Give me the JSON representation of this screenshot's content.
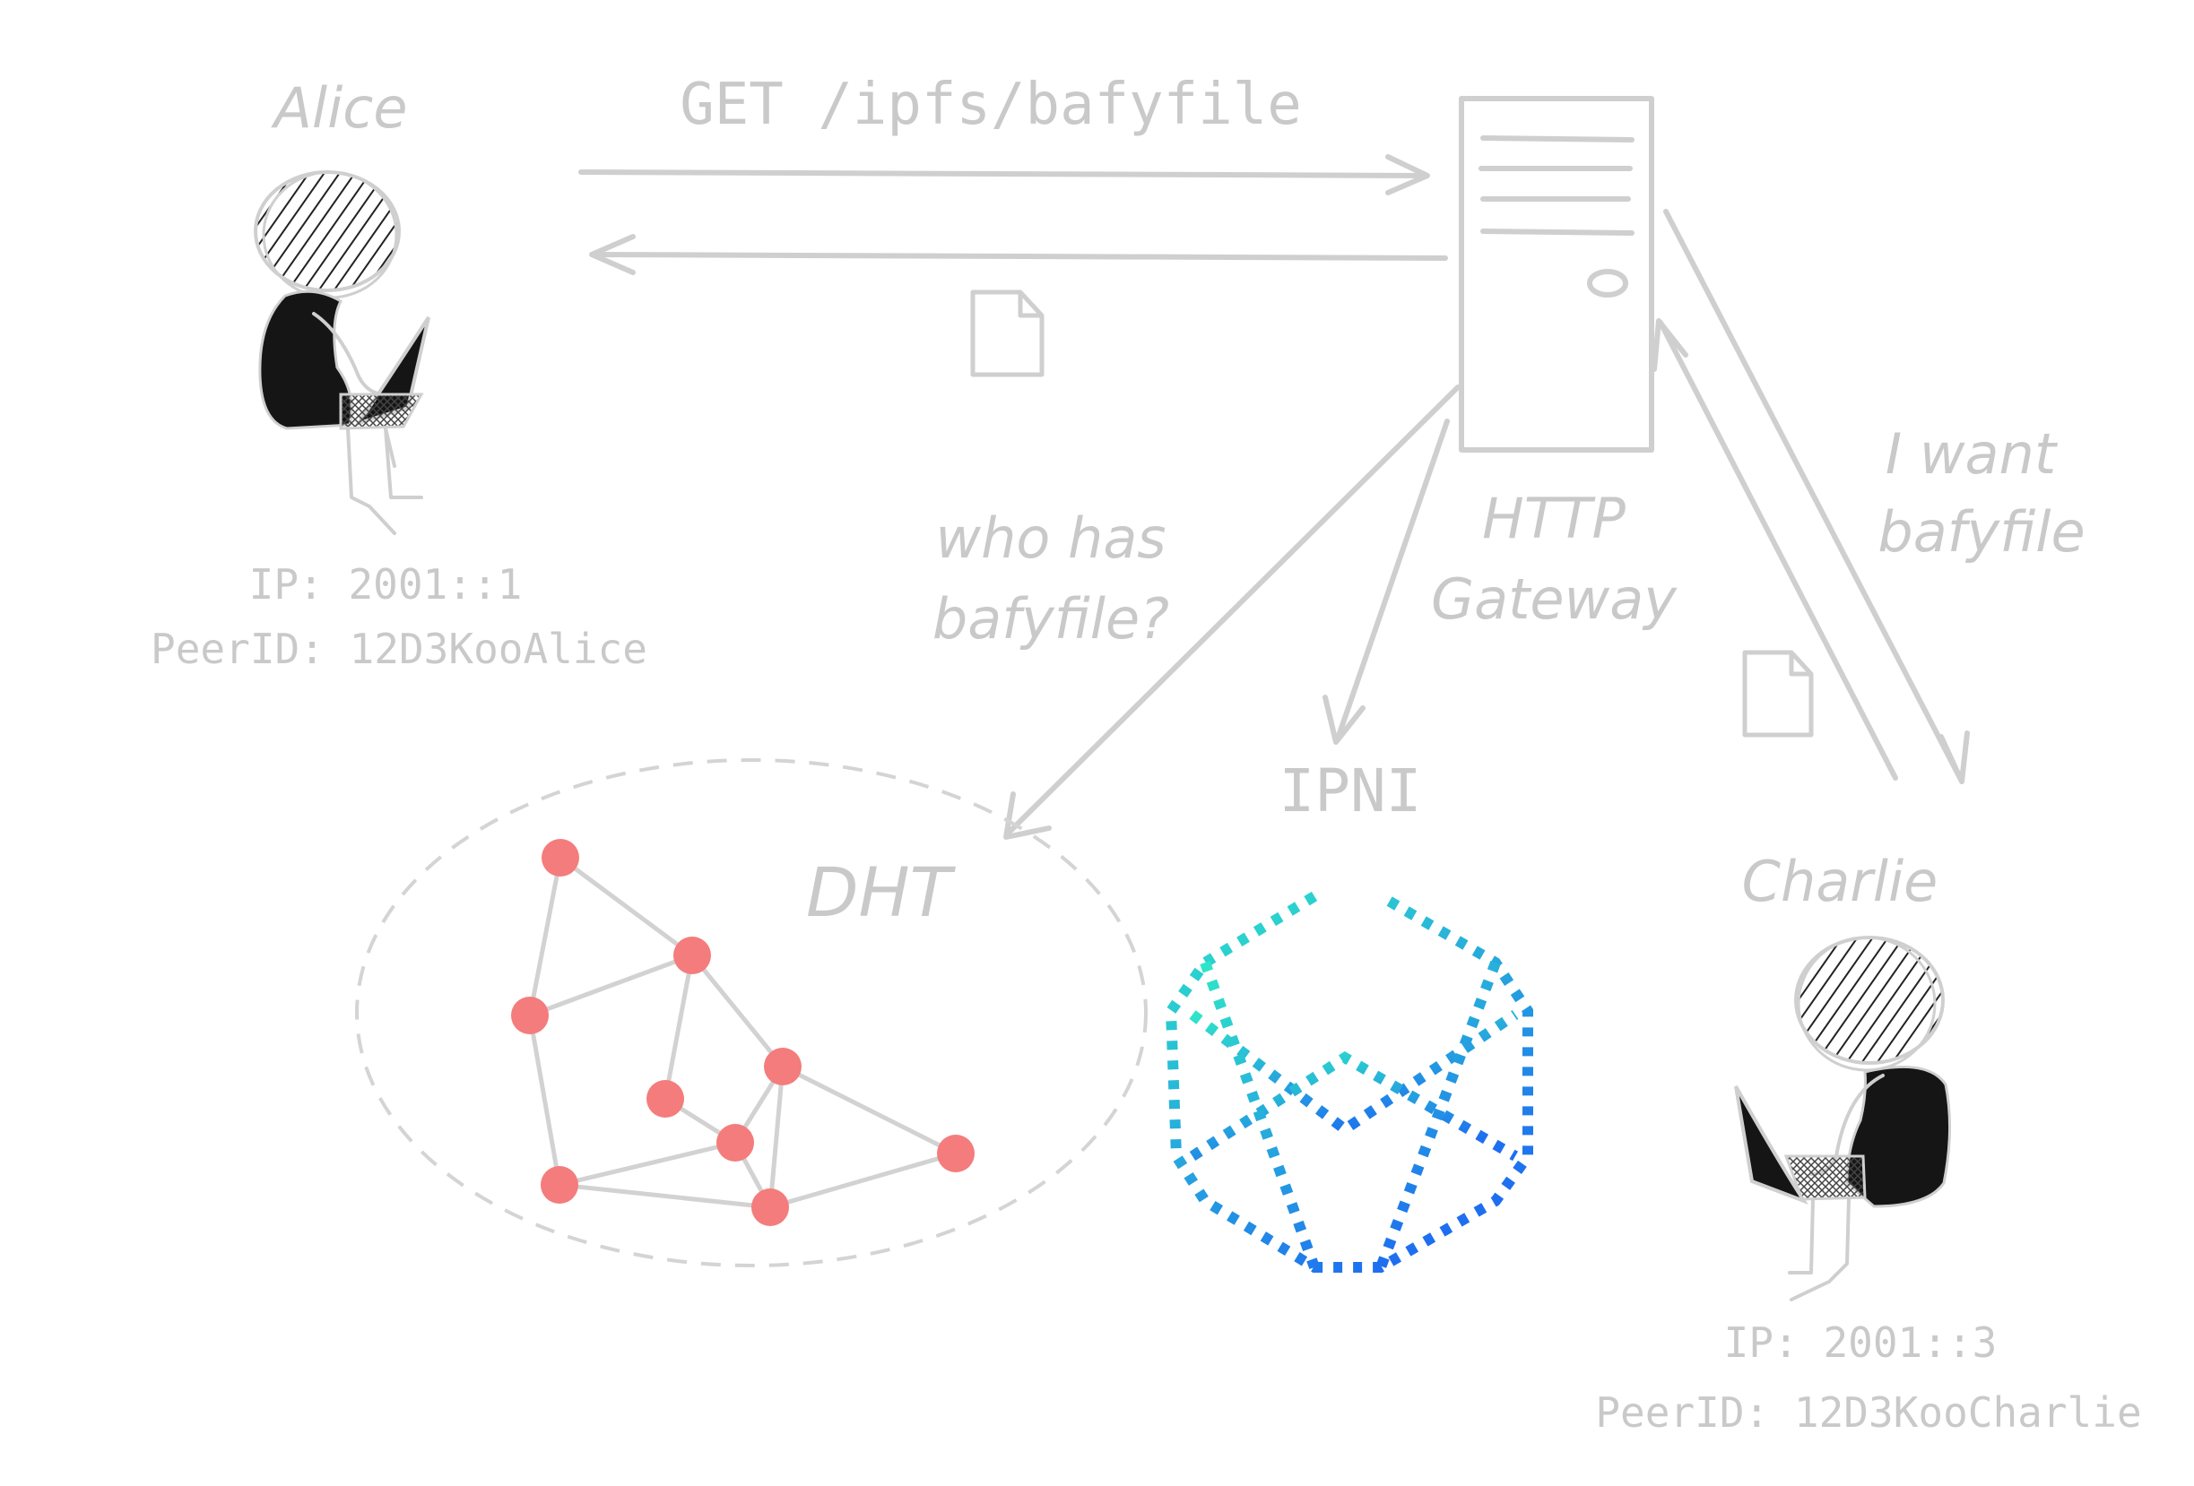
{
  "alice": {
    "name": "Alice",
    "ip": "IP: 2001::1",
    "peer_id": "PeerID: 12D3KooAlice"
  },
  "charlie": {
    "name": "Charlie",
    "ip": "IP: 2001::3",
    "peer_id": "PeerID: 12D3KooCharlie"
  },
  "gateway": {
    "label_line1": "HTTP",
    "label_line2": "Gateway"
  },
  "request": {
    "label": "GET /ipfs/bafyfile"
  },
  "query": {
    "line1": "who has",
    "line2": "bafyfile?"
  },
  "charlie_request": {
    "line1": "I want",
    "line2": "bafyfile"
  },
  "dht": {
    "label": "DHT"
  },
  "ipni": {
    "label": "IPNI"
  },
  "colors": {
    "line": "#cfcfcf",
    "text": "#c9c9c9",
    "dht_node": "#f47c7c",
    "ipni_gradient_start": "#2ee6c8",
    "ipni_gradient_end": "#1e6ff0",
    "figure_body": "#151515"
  }
}
